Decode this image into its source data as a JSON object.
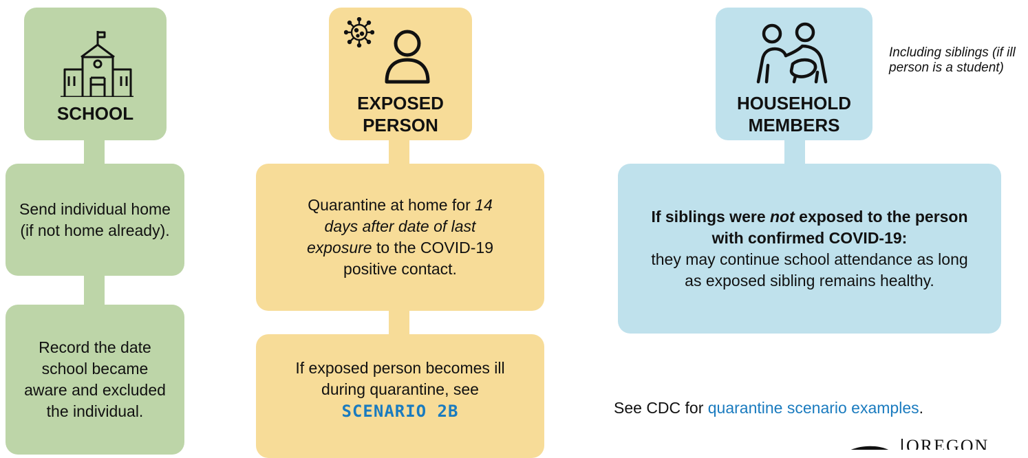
{
  "school": {
    "title": "SCHOOL",
    "step1": "Send individual home (if not home already).",
    "step2": "Record the date school became aware and excluded the individual."
  },
  "exposed": {
    "title_line1": "EXPOSED",
    "title_line2": "PERSON",
    "q_part1": "Quarantine at home for ",
    "q_italic": "14 days after date of last exposure",
    "q_part2": " to the COVID-19 positive contact.",
    "ill_text": "If exposed person becomes ill during quarantine, see",
    "scenario_link": "SCENARIO 2B"
  },
  "household": {
    "title_line1": "HOUSEHOLD",
    "title_line2": "MEMBERS",
    "note": "Including siblings (if ill person is a student)",
    "bold_part1": "If siblings were ",
    "bold_italic": "not",
    "bold_part2": " exposed to the person with confirmed COVID-19:",
    "rest": "they may continue school attendance as long as exposed sibling remains healthy."
  },
  "footer": {
    "see_prefix": "See CDC for ",
    "link_text": "quarantine scenario examples",
    "see_suffix": ".",
    "logo_text": "OREGON"
  },
  "icons": [
    "school-icon",
    "virus-icon",
    "person-icon",
    "household-people-icon"
  ],
  "colors": {
    "green": "#bdd5a8",
    "yellow": "#f7dc98",
    "blue": "#bfe1ec",
    "link": "#1a7bbf"
  }
}
